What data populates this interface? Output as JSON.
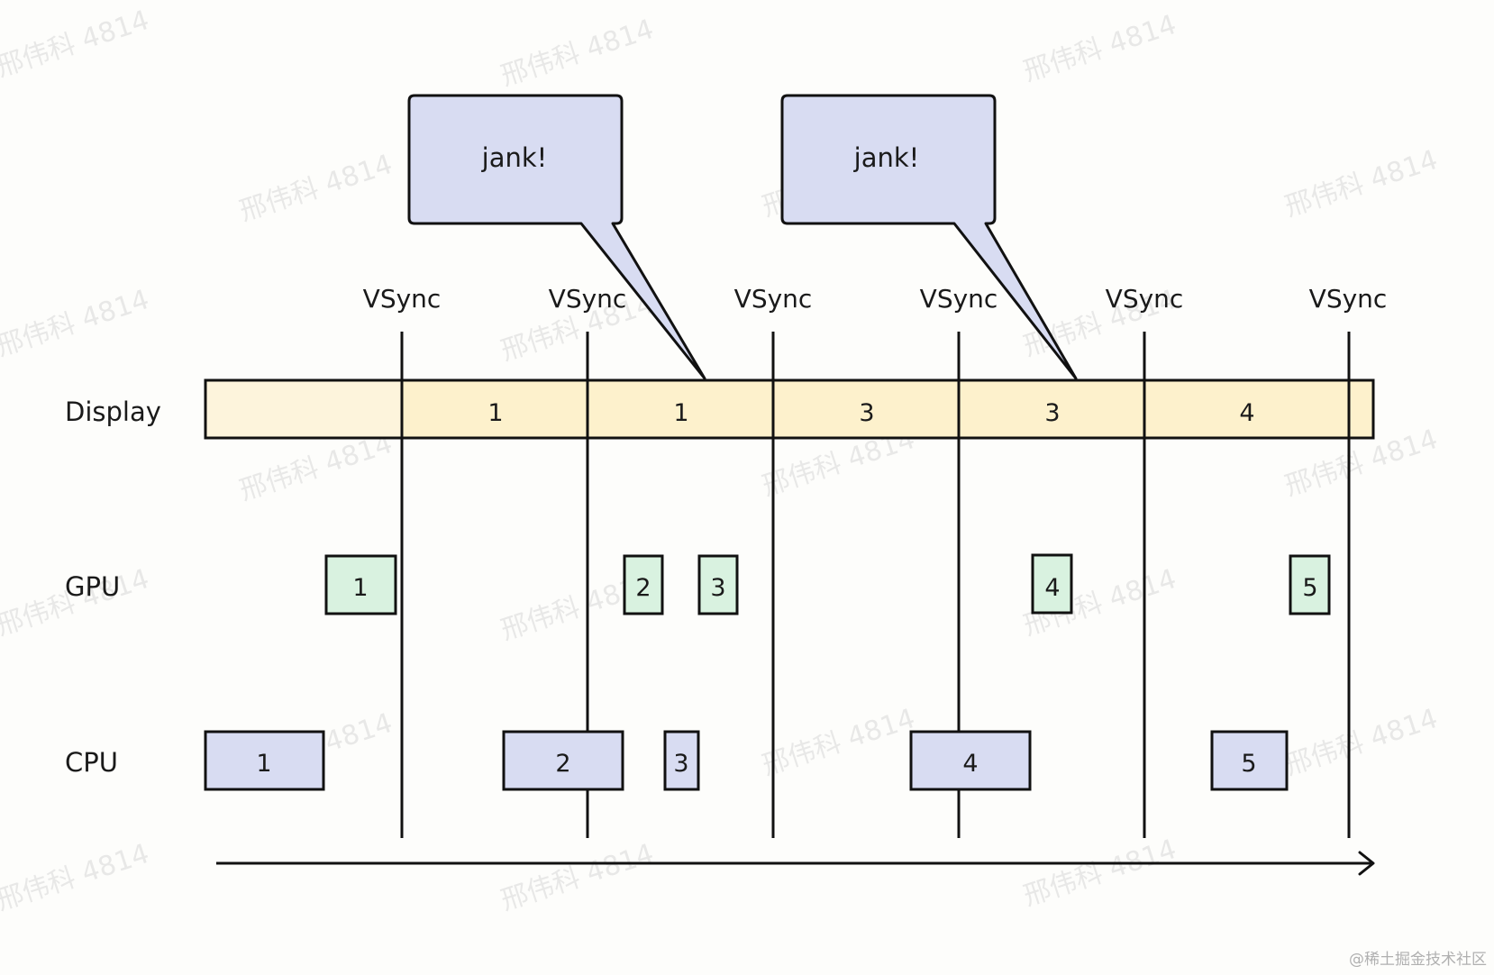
{
  "diagram": {
    "row_labels": {
      "display": "Display",
      "gpu": "GPU",
      "cpu": "CPU"
    },
    "vsync_label": "VSync",
    "display_frames": [
      "",
      "1",
      "1",
      "3",
      "3",
      "4",
      ""
    ],
    "gpu_blocks": [
      "1",
      "2",
      "3",
      "4",
      "5"
    ],
    "cpu_blocks": [
      "1",
      "2",
      "3",
      "4",
      "5"
    ],
    "callouts": [
      "jank!",
      "jank!"
    ],
    "watermark": "邢伟科 4814",
    "credit": "@稀土掘金技术社区"
  },
  "colors": {
    "display_fill": "#fdf1cc",
    "gpu_fill": "#d9f2e0",
    "cpu_fill": "#d8dcf2",
    "callout_fill": "#d8dcf2",
    "stroke": "#111111",
    "background": "#fdfdfb"
  }
}
